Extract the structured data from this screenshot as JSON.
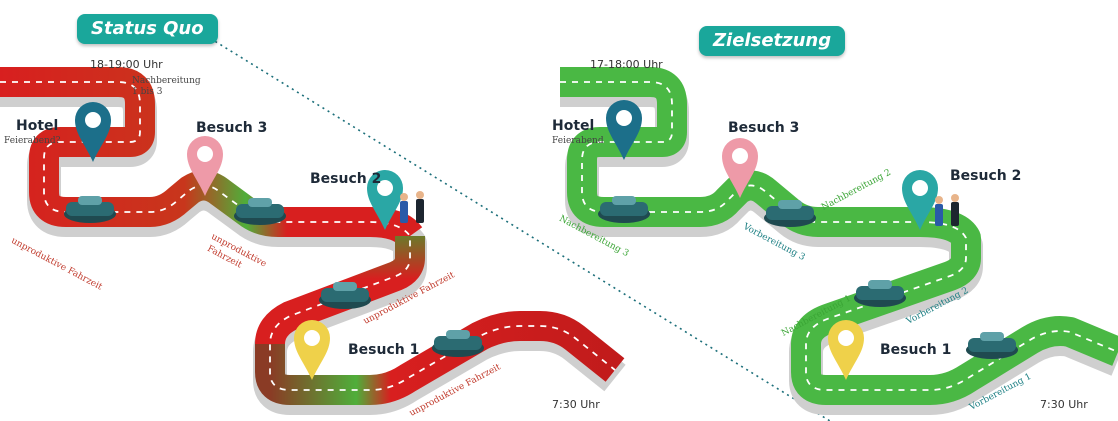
{
  "badges": {
    "status_quo": "Status Quo",
    "zielsetzung": "Zielsetzung"
  },
  "left": {
    "time_end": "18-19:00 Uhr",
    "time_start": "7:30 Uhr",
    "hotel": "Hotel",
    "hotel_sub": "Feierabend?",
    "nachbereitung": "Nachbereitung",
    "nachbereitung_sub": "1 bis 3",
    "besuch3": "Besuch 3",
    "besuch2": "Besuch 2",
    "besuch1": "Besuch 1",
    "unprod1": "unproduktive Fahrzeit",
    "unprod2a": "unproduktive",
    "unprod2b": "Fahrzeit",
    "unprod3": "unproduktive Fahrzeit",
    "unprod4": "unproduktive Fahrzeit"
  },
  "right": {
    "time_end": "17-18:00 Uhr",
    "time_start": "7:30 Uhr",
    "hotel": "Hotel",
    "hotel_sub": "Feierabend",
    "besuch3": "Besuch 3",
    "besuch2": "Besuch 2",
    "besuch1": "Besuch 1",
    "nachb3": "Nachbereitung 3",
    "vorb3": "Vorbereitung 3",
    "nachb2": "Nachbereitung 2",
    "nachb1": "Nachbereitung 1",
    "vorb2": "Vorbereitung 2",
    "vorb1": "Vorbereitung 1"
  },
  "colors": {
    "badge": "#1aa79b",
    "road_red": "#d91e1e",
    "road_green": "#4ab844",
    "pin_teal": "#2aa7a5",
    "pin_blue": "#1c6f8a",
    "pin_pink": "#ee9aa8",
    "pin_yellow": "#efd14a",
    "car": "#2b5f66"
  }
}
